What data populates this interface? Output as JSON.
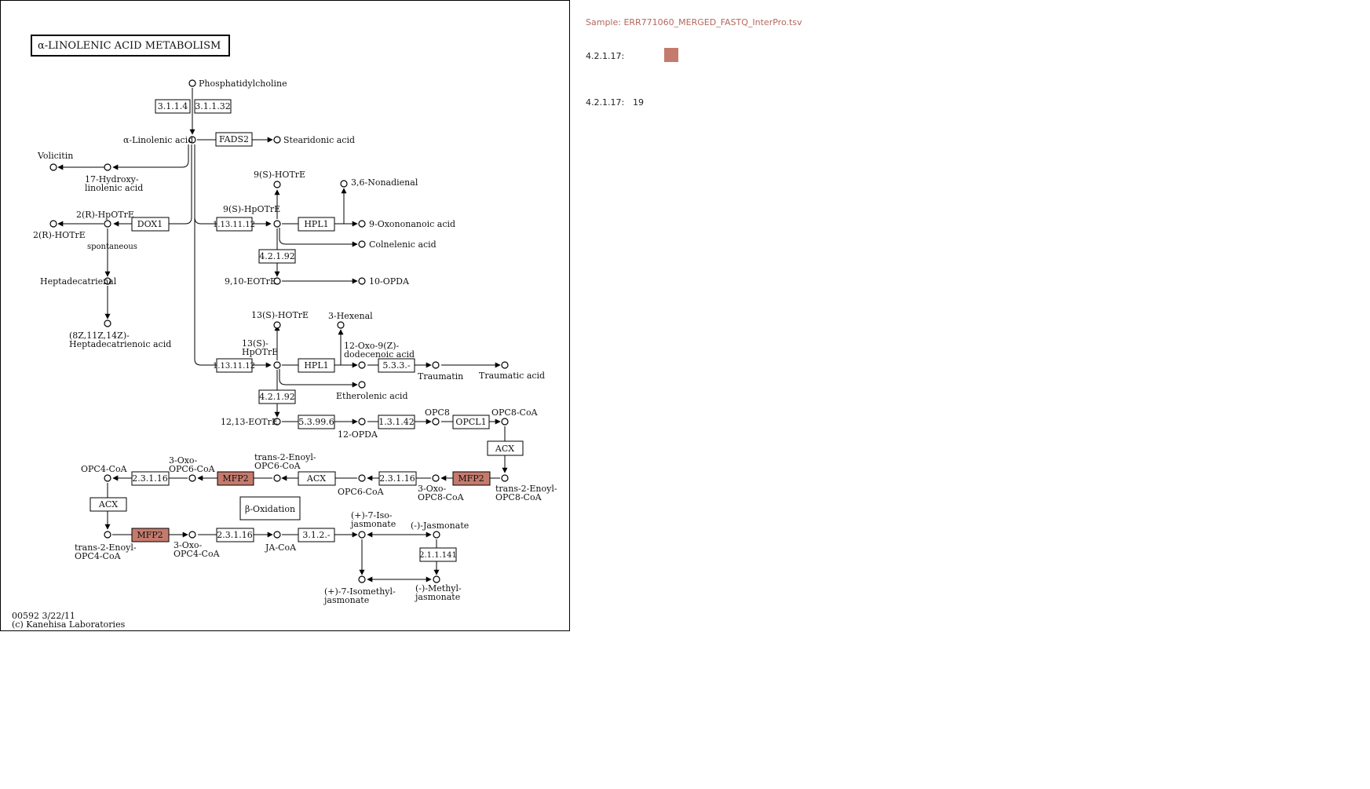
{
  "colors": {
    "highlight": "#c47a6c",
    "line": "#000000",
    "sample_text": "#b5675b"
  },
  "map": {
    "title": "α-LINOLENIC ACID METABOLISM",
    "footer_code": "00592 3/22/11",
    "footer_copyright": "(c) Kanehisa Laboratories",
    "beta_oxidation": "β-Oxidation"
  },
  "enzymes": {
    "e3114": "3.1.1.4",
    "e31132": "3.1.1.32",
    "fads2": "FADS2",
    "dox1": "DOX1",
    "lox_a": "1.13.11.12",
    "lox_b": "1.13.11.12",
    "hpl1_a": "HPL1",
    "hpl1_b": "HPL1",
    "aos_a": "4.2.1.92",
    "aos_b": "4.2.1.92",
    "e533": "5.3.3.-",
    "aoc": "5.3.99.6",
    "opr": "1.3.1.42",
    "opcl1": "OPCL1",
    "acx_a": "ACX",
    "mfp2_a": "MFP2",
    "e23116_a": "2.3.1.16",
    "acx_b": "ACX",
    "mfp2_b": "MFP2",
    "e23116_b": "2.3.1.16",
    "acx_c": "ACX",
    "mfp2_c": "MFP2",
    "e23116_c": "2.3.1.16",
    "e312": "3.1.2.-",
    "jmt": "2.1.1.141"
  },
  "compounds": {
    "phosphatidylcholine": "Phosphatidylcholine",
    "linolenic": "α-Linolenic acid",
    "stearidonic": "Stearidonic acid",
    "volicitin": "Volicitin",
    "hydroxy_1": "17-Hydroxy-",
    "hydroxy_2": "linolenic acid",
    "hpotre_2r_1": "2(R)-HpOTrE",
    "hotre_2r": "2(R)-HOTrE",
    "spontaneous": "spontaneous",
    "heptadecatrienal": "Heptadecatrienal",
    "heptadec_acid_1": "(8Z,11Z,14Z)-",
    "heptadec_acid_2": "Heptadecatrienoic acid",
    "hotre_9s": "9(S)-HOTrE",
    "nonadienal": "3,6-Nonadienal",
    "hpotre_9s": "9(S)-HpOTrE",
    "oxononanoic": "9-Oxononanoic acid",
    "colnelenic": "Colnelenic acid",
    "eotre_910": "9,10-EOTrE",
    "opda_10": "10-OPDA",
    "hotre_13s": "13(S)-HOTrE",
    "hexenal": "3-Hexenal",
    "hpotre_13s_1": "13(S)-",
    "hpotre_13s_2": "HpOTrE",
    "oxo_dodec_1": "12-Oxo-9(Z)-",
    "oxo_dodec_2": "dodecenoic acid",
    "traumatin": "Traumatin",
    "traumatic": "Traumatic acid",
    "etherolenic": "Etherolenic acid",
    "eotre_1213": "12,13-EOTrE",
    "opda_12": "12-OPDA",
    "opc8": "OPC8",
    "opc8_coa": "OPC8-CoA",
    "trans_opc8_1": "trans-2-Enoyl-",
    "trans_opc8_2": "OPC8-CoA",
    "oxo_opc8_1": "3-Oxo-",
    "oxo_opc8_2": "OPC8-CoA",
    "opc6_coa": "OPC6-CoA",
    "trans_opc6_1": "trans-2-Enoyl-",
    "trans_opc6_2": "OPC6-CoA",
    "oxo_opc6_1": "3-Oxo-",
    "oxo_opc6_2": "OPC6-CoA",
    "opc4_coa": "OPC4-CoA",
    "trans_opc4_1": "trans-2-Enoyl-",
    "trans_opc4_2": "OPC4-CoA",
    "oxo_opc4_1": "3-Oxo-",
    "oxo_opc4_2": "OPC4-CoA",
    "ja_coa": "JA-CoA",
    "iso_ja_1": "(+)-7-Iso-",
    "iso_ja_2": "jasmonate",
    "jasmonate": "(-)-Jasmonate",
    "iso_meja_1": "(+)-7-Isomethyl-",
    "iso_meja_2": "jasmonate",
    "meja_1": "(-)-Methyl-",
    "meja_2": "jasmonate"
  },
  "sidebar": {
    "sample": "Sample: ERR771060_MERGED_FASTQ_InterPro.tsv",
    "legend_1_label": "4.2.1.17:",
    "legend_2_label": "4.2.1.17:",
    "legend_2_value": "19"
  }
}
